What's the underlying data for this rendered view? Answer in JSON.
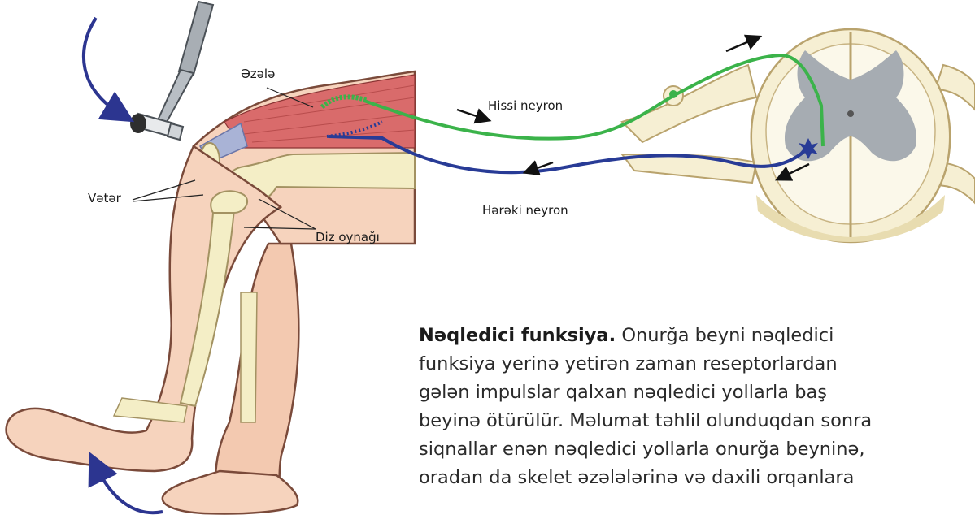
{
  "labels": {
    "muscle": "Əzələ",
    "sensory": "Hissi neyron",
    "motor": "Hərəki neyron",
    "tendon": "Vətər",
    "knee_joint": "Diz oynağı"
  },
  "text": {
    "heading": "Nəqledici funksiya.",
    "line1": "Onurğa beyni nəqledici",
    "line2": "funksiya yerinə yetirən zaman reseptorlardan",
    "line3": "gələn impulslar qalxan nəqledici yollarla baş",
    "line4": "beyinə ötürülür. Məlumat təhlil olunduqdan sonra",
    "line5": "siqnallar enən nəqledici yollarla onurğa beyninə,",
    "line6": "oradan da  skelet əzələlərinə və daxili orqanlara"
  },
  "colors": {
    "sensory": "#3bb34a",
    "motor": "#283b96",
    "muscle": "#d96b6b",
    "skin": "#f6d3bd",
    "bone": "#f4eec6",
    "arrow": "#2c3590"
  }
}
